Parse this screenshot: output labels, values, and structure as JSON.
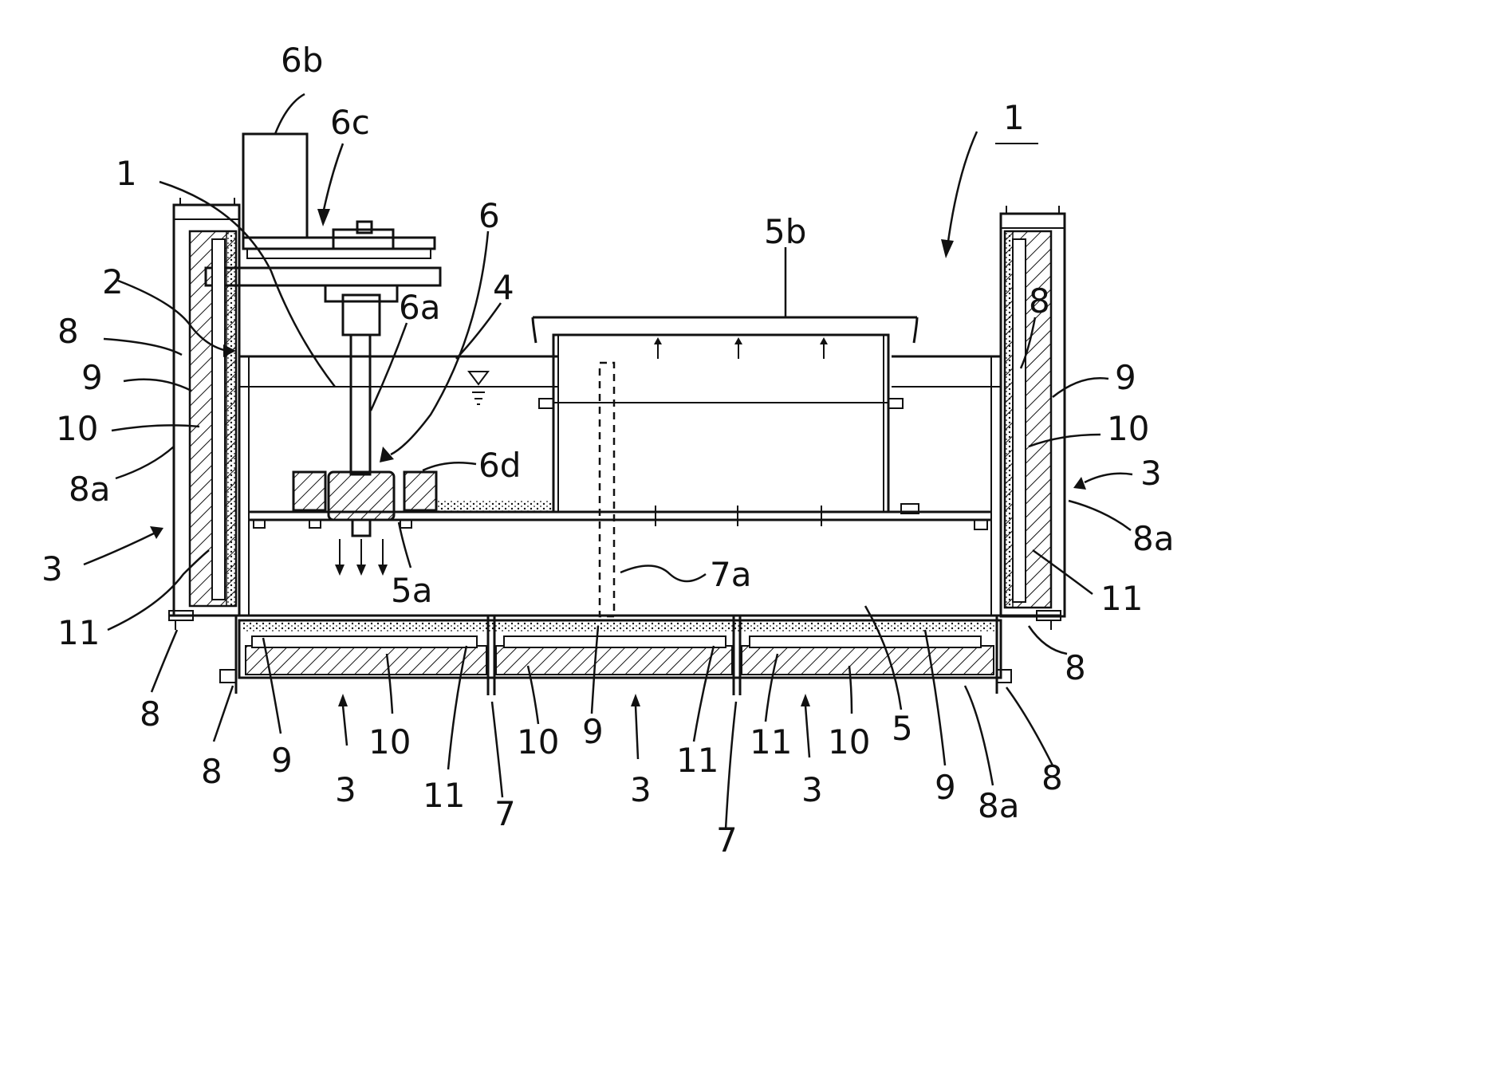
{
  "figure": {
    "labels": [
      {
        "id": "6b",
        "text": "6b"
      },
      {
        "id": "6c",
        "text": "6c"
      },
      {
        "id": "1-main",
        "text": "1"
      },
      {
        "id": "1-level",
        "text": "1"
      },
      {
        "id": "6",
        "text": "6"
      },
      {
        "id": "5b",
        "text": "5b"
      },
      {
        "id": "2",
        "text": "2"
      },
      {
        "id": "6a",
        "text": "6a"
      },
      {
        "id": "4",
        "text": "4"
      },
      {
        "id": "8-tl",
        "text": "8"
      },
      {
        "id": "8-tr",
        "text": "8"
      },
      {
        "id": "9-l",
        "text": "9"
      },
      {
        "id": "9-r",
        "text": "9"
      },
      {
        "id": "10-l",
        "text": "10"
      },
      {
        "id": "10-r",
        "text": "10"
      },
      {
        "id": "8a-l",
        "text": "8a"
      },
      {
        "id": "6d",
        "text": "6d"
      },
      {
        "id": "3-r",
        "text": "3"
      },
      {
        "id": "8a-r",
        "text": "8a"
      },
      {
        "id": "3-l",
        "text": "3"
      },
      {
        "id": "7a",
        "text": "7a"
      },
      {
        "id": "5a",
        "text": "5a"
      },
      {
        "id": "11-l",
        "text": "11"
      },
      {
        "id": "11-r",
        "text": "11"
      },
      {
        "id": "8-bl",
        "text": "8"
      },
      {
        "id": "8-br",
        "text": "8"
      },
      {
        "id": "8-b1",
        "text": "8"
      },
      {
        "id": "9-b1",
        "text": "9"
      },
      {
        "id": "10-b1",
        "text": "10"
      },
      {
        "id": "3-b1",
        "text": "3"
      },
      {
        "id": "11-b1",
        "text": "11"
      },
      {
        "id": "7-b1",
        "text": "7"
      },
      {
        "id": "10-b2",
        "text": "10"
      },
      {
        "id": "9-b2",
        "text": "9"
      },
      {
        "id": "3-b2",
        "text": "3"
      },
      {
        "id": "11-b2",
        "text": "11"
      },
      {
        "id": "7-b2",
        "text": "7"
      },
      {
        "id": "11-b3",
        "text": "11"
      },
      {
        "id": "3-b3",
        "text": "3"
      },
      {
        "id": "10-b3",
        "text": "10"
      },
      {
        "id": "5",
        "text": "5"
      },
      {
        "id": "9-b3",
        "text": "9"
      },
      {
        "id": "8a-b",
        "text": "8a"
      },
      {
        "id": "8-b2",
        "text": "8"
      }
    ]
  }
}
